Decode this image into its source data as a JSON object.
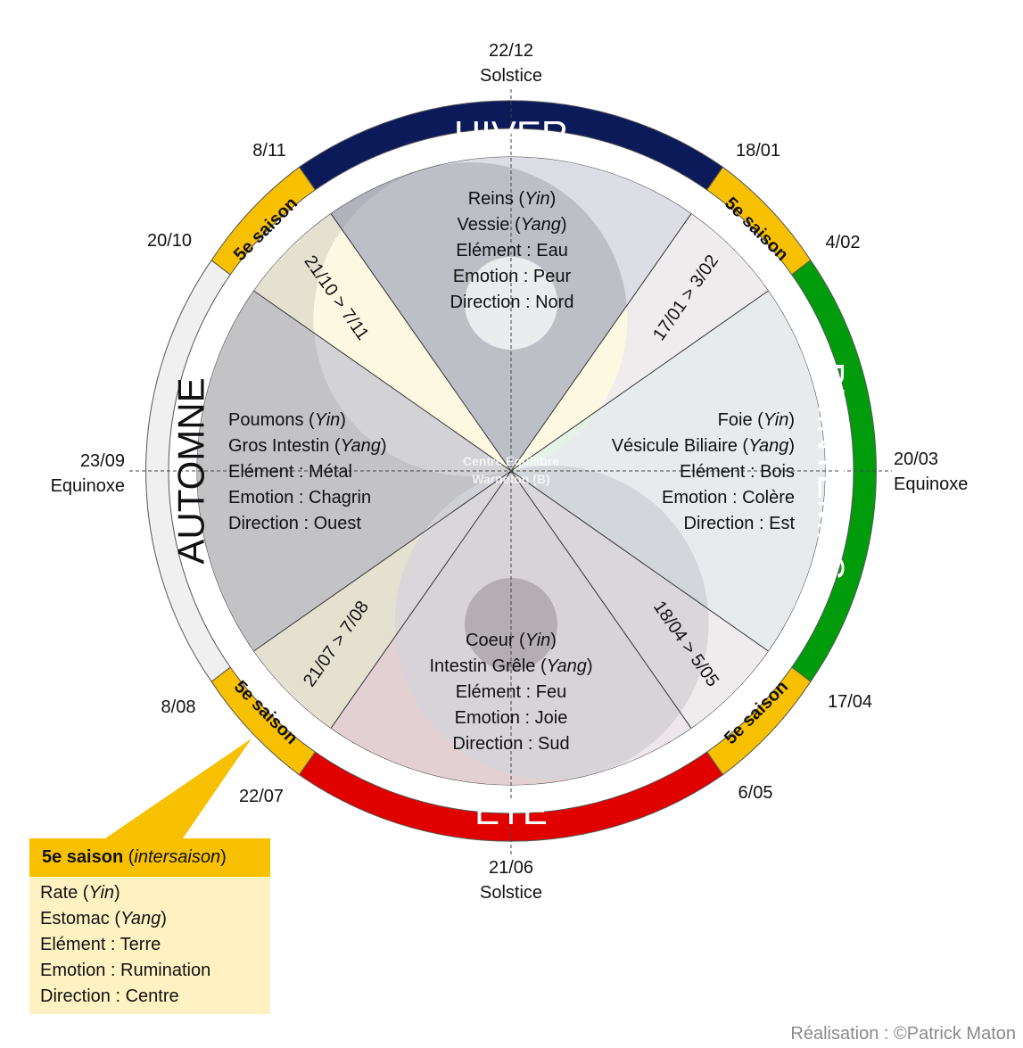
{
  "seasons": {
    "winter": {
      "label": "HIVER",
      "color": "#0c1a5a"
    },
    "spring": {
      "label": "PRINTEMPS",
      "color": "#009c0c"
    },
    "summer": {
      "label": "ETE",
      "color": "#e00000"
    },
    "autumn": {
      "label": "AUTOMNE",
      "color": "#f0f0f0"
    },
    "fifth": {
      "label": "5e saison",
      "color": "#f7c000"
    }
  },
  "dates": {
    "top_date": "22/12",
    "top_word": "Solstice",
    "bottom_date": "21/06",
    "bottom_word": "Solstice",
    "right_date": "20/03",
    "right_word": "Equinoxe",
    "left_date": "23/09",
    "left_word": "Equinoxe",
    "d_0811": "8/11",
    "d_1801": "18/01",
    "d_2010": "20/10",
    "d_0402": "4/02",
    "d_0808": "8/08",
    "d_1704": "17/04",
    "d_2207": "22/07",
    "d_0605": "6/05"
  },
  "ranges": {
    "ne": "17/01 > 3/02",
    "nw": "21/10 > 7/11",
    "sw": "21/07 > 7/08",
    "se": "18/04 > 5/05"
  },
  "winter_text": {
    "l1a": "Reins (",
    "l1b": "Yin",
    "l1c": ")",
    "l2a": "Vessie (",
    "l2b": "Yang",
    "l2c": ")",
    "l3": "Elément : Eau",
    "l4": "Emotion : Peur",
    "l5": "Direction : Nord"
  },
  "autumn_text": {
    "l1a": "Poumons (",
    "l1b": "Yin",
    "l1c": ")",
    "l2a": "Gros Intestin (",
    "l2b": "Yang",
    "l2c": ")",
    "l3": "Elément : Métal",
    "l4": "Emotion : Chagrin",
    "l5": "Direction : Ouest"
  },
  "spring_text": {
    "l1a": "Foie (",
    "l1b": "Yin",
    "l1c": ")",
    "l2a": "Vésicule Biliaire (",
    "l2b": "Yang",
    "l2c": ")",
    "l3": "Elément : Bois",
    "l4": "Emotion : Colère",
    "l5": "Direction : Est"
  },
  "summer_text": {
    "l1a": "Coeur (",
    "l1b": "Yin",
    "l1c": ")",
    "l2a": "Intestin Grêle (",
    "l2b": "Yang",
    "l2c": ")",
    "l3": "Elément : Feu",
    "l4": "Emotion : Joie",
    "l5": "Direction : Sud"
  },
  "watermark": {
    "line1": "Centre Equilibre",
    "line2": "Warneton (B)"
  },
  "info": {
    "title_bold": "5e saison",
    "title_open": " (",
    "title_italic": "intersaison",
    "title_close": ")",
    "l1a": "Rate (",
    "l1b": "Yin",
    "l1c": ")",
    "l2a": "Estomac (",
    "l2b": "Yang",
    "l2c": ")",
    "l3": "Elément : Terre",
    "l4": "Emotion : Rumination",
    "l5": "Direction : Centre"
  },
  "credit": "Réalisation : ©Patrick Maton"
}
